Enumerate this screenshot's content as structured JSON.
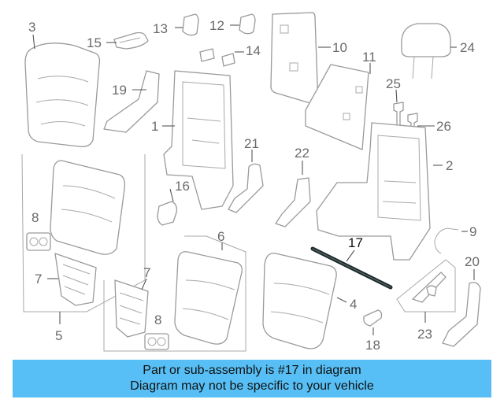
{
  "callouts": {
    "c1": "1",
    "c2": "2",
    "c3": "3",
    "c4": "4",
    "c5": "5",
    "c6": "6",
    "c7a": "7",
    "c7b": "7",
    "c8a": "8",
    "c8b": "8",
    "c9": "9",
    "c10": "10",
    "c11": "11",
    "c12": "12",
    "c13": "13",
    "c14": "14",
    "c15": "15",
    "c16": "16",
    "c17": "17",
    "c18": "18",
    "c19": "19",
    "c20": "20",
    "c21": "21",
    "c22": "22",
    "c23": "23",
    "c24": "24",
    "c25": "25",
    "c26": "26"
  },
  "highlighted_part": "17",
  "highlight_color": "#1f2a2a",
  "banner": {
    "line1": "Part or sub-assembly is #17 in diagram",
    "line2": "Diagram may not be specific to your vehicle",
    "background": "#57bff5"
  }
}
